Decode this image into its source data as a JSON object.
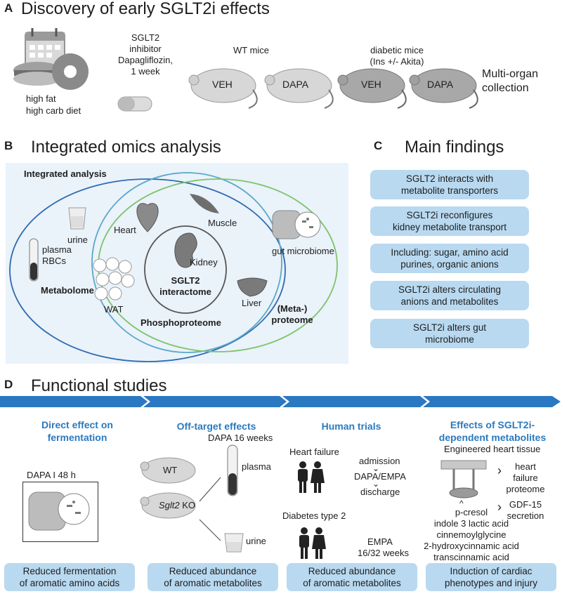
{
  "sectionA": {
    "letter": "A",
    "title": "Discovery of early SGLT2i effects",
    "diet_line1": "high fat",
    "diet_line2": "high carb diet",
    "inhibitor_line1": "SGLT2",
    "inhibitor_line2": "inhibitor",
    "inhibitor_line3": "Dapagliflozin,",
    "inhibitor_line4": "1 week",
    "wt_label": "WT mice",
    "diabetic_line1": "diabetic mice",
    "diabetic_line2": "(Ins +/- Akita)",
    "mice": [
      "VEH",
      "DAPA",
      "VEH",
      "DAPA"
    ],
    "collection_line1": "Multi-organ",
    "collection_line2": "collection"
  },
  "sectionB": {
    "letter": "B",
    "title": "Integrated omics analysis",
    "integrated_label": "Integrated analysis",
    "metabolome": "Metabolome",
    "phosphoproteome": "Phosphoproteome",
    "meta_proteome_line1": "(Meta-)",
    "meta_proteome_line2": "proteome",
    "interactome_line1": "SGLT2",
    "interactome_line2": "interactome",
    "urine": "urine",
    "plasma": "plasma",
    "rbcs": "RBCs",
    "wat": "WAT",
    "heart": "Heart",
    "muscle": "Muscle",
    "kidney": "Kidney",
    "liver": "Liver",
    "gut_microbiome": "gut microbiome"
  },
  "sectionC": {
    "letter": "C",
    "title": "Main findings",
    "findings": [
      {
        "line1": "SGLT2 interacts with",
        "line2": "metabolite transporters"
      },
      {
        "line1": "SGLT2i reconfigures",
        "line2": "kidney metabolite transport"
      },
      {
        "line1": "Including: sugar, amino acid",
        "line2": "purines, organic anions"
      },
      {
        "line1": "SGLT2i alters circulating",
        "line2": "anions and metabolites"
      },
      {
        "line1": "SGLT2i alters gut",
        "line2": "microbiome"
      }
    ]
  },
  "sectionD": {
    "letter": "D",
    "title": "Functional studies",
    "col1": {
      "title_line1": "Direct effect on",
      "title_line2": "fermentation",
      "box_label": "DAPA I 48 h",
      "outcome_line1": "Reduced fermentation",
      "outcome_line2": "of aromatic amino acids"
    },
    "col2": {
      "title": "Off-target effects",
      "dapa_label": "DAPA 16 weeks",
      "wt": "WT",
      "ko_italic": "Sglt2",
      "ko_rest": " KO",
      "plasma": "plasma",
      "urine": "urine",
      "outcome_line1": "Reduced abundance",
      "outcome_line2": "of aromatic metabolites"
    },
    "col3": {
      "title": "Human trials",
      "heart_failure": "Heart failure",
      "admission": "admission",
      "dapa_empa": "DAPA/EMPA",
      "discharge": "discharge",
      "diabetes": "Diabetes type 2",
      "empa": "EMPA",
      "weeks": "16/32 weeks",
      "outcome_line1": "Reduced abundance",
      "outcome_line2": "of aromatic metabolites"
    },
    "col4": {
      "title_line1": "Effects of SGLT2i-",
      "title_line2": "dependent metabolites",
      "eht": "Engineered heart tissue",
      "effect1_line1": "heart",
      "effect1_line2": "failure",
      "effect1_line3": "proteome",
      "effect2_line1": "GDF-15",
      "effect2_line2": "secretion",
      "metabolites": [
        "p-cresol",
        "indole 3 lactic acid",
        "cinnemoylglycine",
        "2-hydroxycinnamic acid",
        "transcinnamic acid"
      ],
      "outcome_line1": "Induction of cardiac",
      "outcome_line2": "phenotypes and injury"
    }
  },
  "colors": {
    "accent_blue": "#2a7abf",
    "box_blue": "#b8d9f0",
    "panel_bg": "#eaf2fa",
    "metabolome_circle": "#2e6bb0",
    "phospho_circle": "#5aa8c8",
    "proteome_circle": "#7cc46a",
    "arrow_blue": "#2a78c2"
  }
}
